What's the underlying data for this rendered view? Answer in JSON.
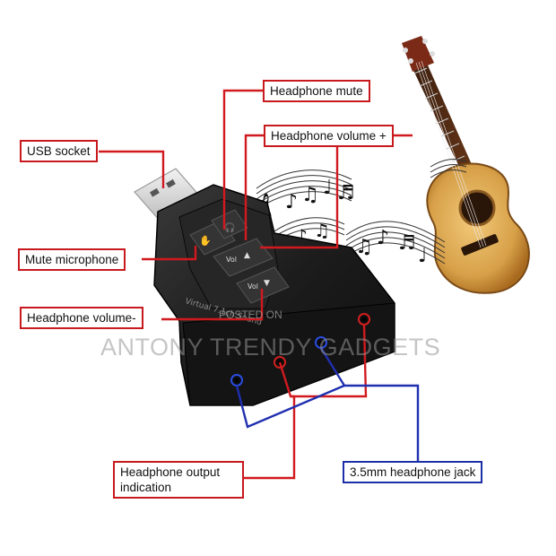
{
  "labels": {
    "headphone_mute": "Headphone mute",
    "headphone_volume_plus": "Headphone volume +",
    "usb_socket": "USB socket",
    "mute_microphone": "Mute microphone",
    "headphone_volume_minus": "Headphone volume-",
    "headphone_output_indication": "Headphone output indication",
    "headphone_jack": "3.5mm headphone jack"
  },
  "device": {
    "button_vol": "Vol",
    "side_text": "Virtual 7.1ch Sound"
  },
  "watermark": {
    "main": "ANTONY TRENDY GADGETS",
    "small": "POSTED ON"
  },
  "colors": {
    "label_border_red": "#c8191e",
    "label_border_blue": "#1c2fa6",
    "leader_red": "#d11a1f",
    "leader_blue": "#1f2fb0",
    "device_body": "#1e1e1e",
    "guitar_body": "#d9a24a"
  }
}
